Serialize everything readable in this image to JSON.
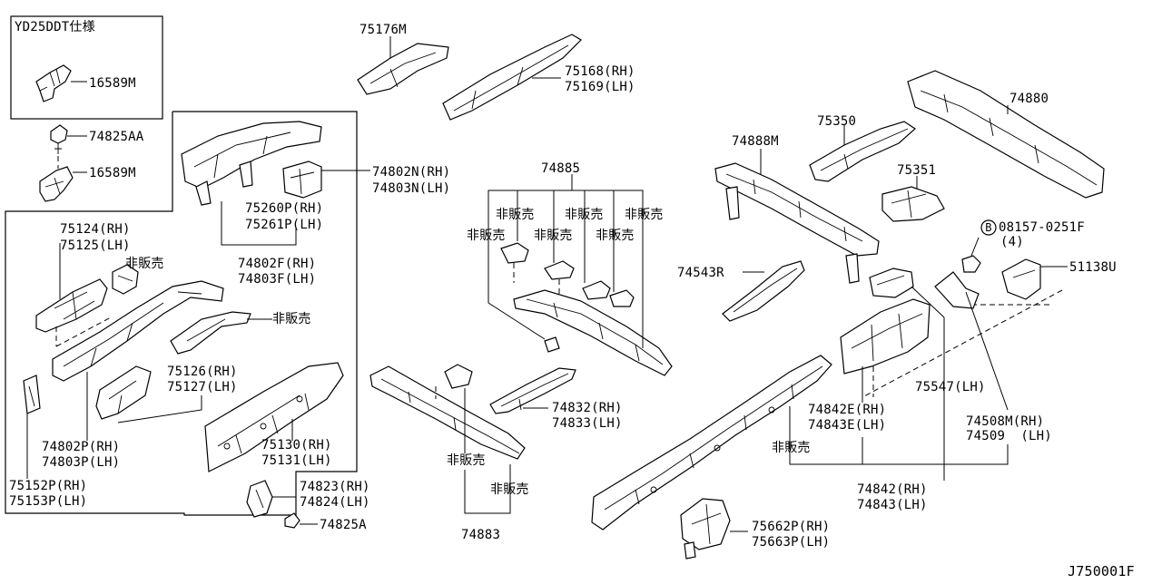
{
  "inset_title": "YD25DDT仕様",
  "diagram_id": "J750001F",
  "labels": {
    "p16589m_a": "16589M",
    "p74825aa": "74825AA",
    "p16589m_b": "16589M",
    "p75124": "75124(RH)",
    "p75125": "75125(LH)",
    "hihanbai_1": "非販売",
    "p75260p": "75260P(RH)",
    "p75261p": "75261P(LH)",
    "p74802n": "74802N(RH)",
    "p74803n": "74803N(LH)",
    "p74802f": "74802F(RH)",
    "p74803f": "74803F(LH)",
    "hihanbai_2": "非販売",
    "p75126": "75126(RH)",
    "p75127": "75127(LH)",
    "p74802p": "74802P(RH)",
    "p74803p": "74803P(LH)",
    "p75130": "75130(RH)",
    "p75131": "75131(LH)",
    "p75152p": "75152P(RH)",
    "p75153p": "75153P(LH)",
    "p74823": "74823(RH)",
    "p74824": "74824(LH)",
    "p74825a": "74825A",
    "p75176m": "75176M",
    "p75168": "75168(RH)",
    "p75169": "75169(LH)",
    "p74885": "74885",
    "hihanbai_3": "非販売",
    "hihanbai_4": "非販売",
    "hihanbai_5": "非販売",
    "hihanbai_6": "非販売",
    "hihanbai_7": "非販売",
    "hihanbai_8": "非販売",
    "p74832": "74832(RH)",
    "p74833": "74833(LH)",
    "hihanbai_9": "非販売",
    "hihanbai_10": "非販売",
    "p74883": "74883",
    "p74880": "74880",
    "p75350": "75350",
    "p74888m": "74888M",
    "p75351": "75351",
    "bolt_circle": "B",
    "p08157": "08157-0251F",
    "p08157_qty": "(4)",
    "p51138u": "51138U",
    "p74543r": "74543R",
    "p75547": "75547(LH)",
    "p74842e": "74842E(RH)",
    "p74843e": "74843E(LH)",
    "p74508m": "74508M(RH)",
    "p74509": "74509  (LH)",
    "hihanbai_11": "非販売",
    "p74842": "74842(RH)",
    "p74843": "74843(LH)",
    "p75662p": "75662P(RH)",
    "p75663p": "75663P(LH)"
  }
}
